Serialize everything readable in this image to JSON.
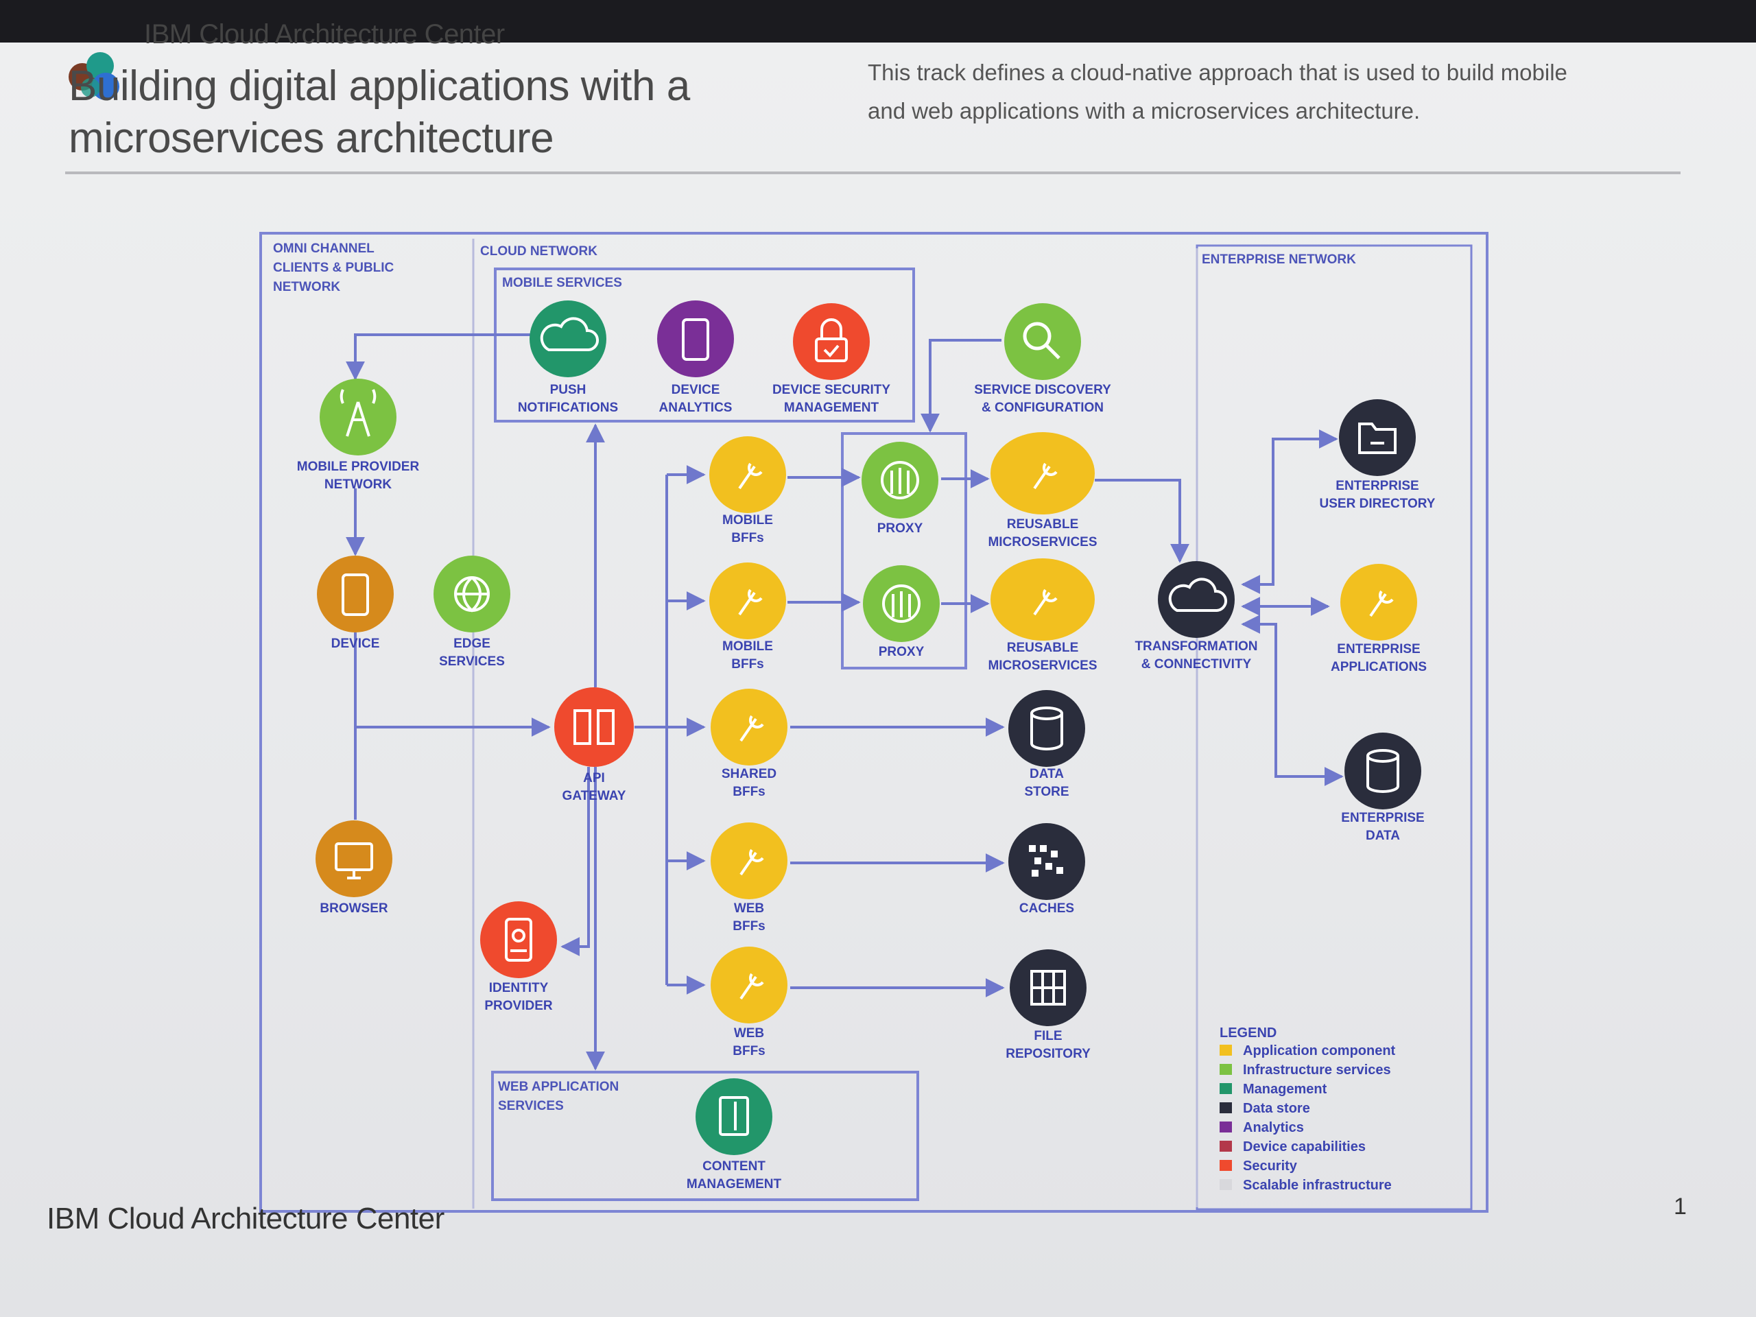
{
  "header": {
    "brand": "IBM Cloud Architecture Center",
    "title_line1": "Building digital applications with a",
    "title_line2": "microservices architecture",
    "subtitle_line1": "This track defines a cloud-native approach that is used to build mobile",
    "subtitle_line2": "and web applications with a microservices architecture."
  },
  "footer": {
    "brand": "IBM Cloud Architecture Center",
    "page": "1"
  },
  "zones": {
    "public_line1": "OMNI CHANNEL",
    "public_line2": "CLIENTS & PUBLIC",
    "public_line3": "NETWORK",
    "cloud": "CLOUD NETWORK",
    "enterprise": "ENTERPRISE NETWORK",
    "mobile_services": "MOBILE SERVICES",
    "web_services_line1": "WEB APPLICATION",
    "web_services_line2": "SERVICES"
  },
  "colors": {
    "application": "#f2c01f",
    "infrastructure": "#7cc242",
    "management": "#22966a",
    "data_store": "#2a2d3c",
    "analytics": "#7a2f97",
    "device": "#d68a1c",
    "security": "#ef4a2e",
    "line": "#6f78cc",
    "border": "#7d85d4"
  },
  "nodes": {
    "push": {
      "line1": "PUSH",
      "line2": "NOTIFICATIONS",
      "icon": "cloud-icon",
      "color": "#22966a"
    },
    "analytics": {
      "line1": "DEVICE",
      "line2": "ANALYTICS",
      "icon": "phone-icon",
      "color": "#7a2f97"
    },
    "devsec": {
      "line1": "DEVICE SECURITY",
      "line2": "MANAGEMENT",
      "icon": "lock-icon",
      "color": "#ef4a2e"
    },
    "discovery": {
      "line1": "SERVICE DISCOVERY",
      "line2": "& CONFIGURATION",
      "icon": "magnifier-icon",
      "color": "#7cc242"
    },
    "mobileprov": {
      "line1": "MOBILE PROVIDER",
      "line2": "NETWORK",
      "icon": "antenna-icon",
      "color": "#7cc242"
    },
    "device": {
      "line1": "DEVICE",
      "line2": "",
      "icon": "phone-icon",
      "color": "#d68a1c"
    },
    "edge": {
      "line1": "EDGE",
      "line2": "SERVICES",
      "icon": "globe-icon",
      "color": "#7cc242"
    },
    "browser": {
      "line1": "BROWSER",
      "line2": "",
      "icon": "monitor-icon",
      "color": "#d68a1c"
    },
    "apigw": {
      "line1": "API",
      "line2": "GATEWAY",
      "icon": "gateway-icon",
      "color": "#ef4a2e"
    },
    "identity": {
      "line1": "IDENTITY",
      "line2": "PROVIDER",
      "icon": "id-badge-icon",
      "color": "#ef4a2e"
    },
    "mbff1": {
      "line1": "MOBILE",
      "line2": "BFFs",
      "icon": "wrench-icon",
      "color": "#f2c01f"
    },
    "mbff2": {
      "line1": "MOBILE",
      "line2": "BFFs",
      "icon": "wrench-icon",
      "color": "#f2c01f"
    },
    "sbff": {
      "line1": "SHARED",
      "line2": "BFFs",
      "icon": "wrench-icon",
      "color": "#f2c01f"
    },
    "wbff1": {
      "line1": "WEB",
      "line2": "BFFs",
      "icon": "wrench-icon",
      "color": "#f2c01f"
    },
    "wbff2": {
      "line1": "WEB",
      "line2": "BFFs",
      "icon": "wrench-icon",
      "color": "#f2c01f"
    },
    "proxy1": {
      "line1": "PROXY",
      "line2": "",
      "icon": "proxy-icon",
      "color": "#7cc242"
    },
    "proxy2": {
      "line1": "PROXY",
      "line2": "",
      "icon": "proxy-icon",
      "color": "#7cc242"
    },
    "rms1": {
      "line1": "REUSABLE",
      "line2": "MICROSERVICES",
      "icon": "wrench-icon",
      "color": "#f2c01f"
    },
    "rms2": {
      "line1": "REUSABLE",
      "line2": "MICROSERVICES",
      "icon": "wrench-icon",
      "color": "#f2c01f"
    },
    "datastore": {
      "line1": "DATA",
      "line2": "STORE",
      "icon": "database-icon",
      "color": "#2a2d3c"
    },
    "caches": {
      "line1": "CACHES",
      "line2": "",
      "icon": "cache-icon",
      "color": "#2a2d3c"
    },
    "filerepo": {
      "line1": "FILE",
      "line2": "REPOSITORY",
      "icon": "file-repository-icon",
      "color": "#2a2d3c"
    },
    "transform": {
      "line1": "TRANSFORMATION",
      "line2": "& CONNECTIVITY",
      "icon": "cloud-icon",
      "color": "#2a2d3c"
    },
    "userdir": {
      "line1": "ENTERPRISE",
      "line2": "USER DIRECTORY",
      "icon": "folder-icon",
      "color": "#2a2d3c"
    },
    "entapps": {
      "line1": "ENTERPRISE",
      "line2": "APPLICATIONS",
      "icon": "wrench-icon",
      "color": "#f2c01f"
    },
    "entdata": {
      "line1": "ENTERPRISE",
      "line2": "DATA",
      "icon": "database-icon",
      "color": "#2a2d3c"
    },
    "content": {
      "line1": "CONTENT",
      "line2": "MANAGEMENT",
      "icon": "document-icon",
      "color": "#22966a"
    }
  },
  "legend": {
    "title": "LEGEND",
    "items": [
      {
        "label": "Application component",
        "color": "#f2c01f"
      },
      {
        "label": "Infrastructure services",
        "color": "#7cc242"
      },
      {
        "label": "Management",
        "color": "#22966a"
      },
      {
        "label": "Data store",
        "color": "#2a2d3c"
      },
      {
        "label": "Analytics",
        "color": "#7a2f97"
      },
      {
        "label": "Device capabilities",
        "color": "#b3384a"
      },
      {
        "label": "Security",
        "color": "#ef4a2e"
      },
      {
        "label": "Scalable infrastructure",
        "color": "#d8d8dc"
      }
    ]
  }
}
